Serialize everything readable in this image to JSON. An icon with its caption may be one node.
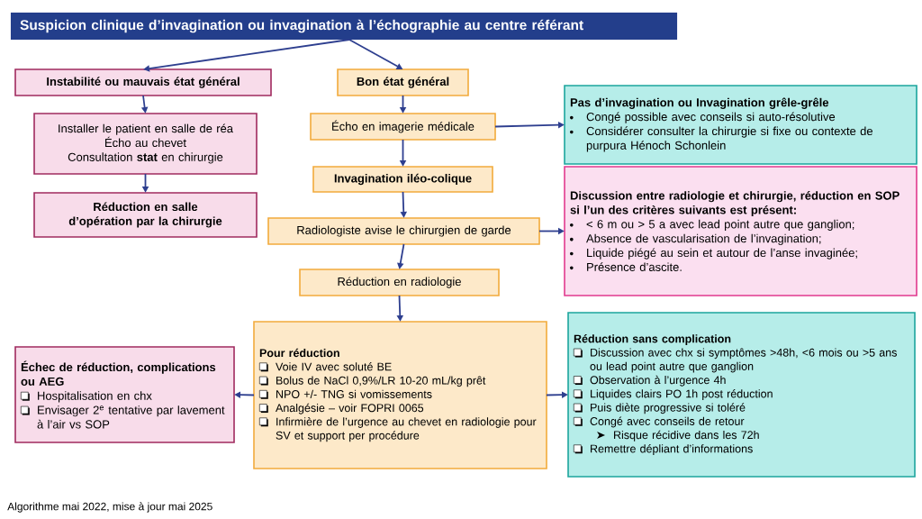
{
  "diagram": {
    "nodes": [
      {
        "text": [
          "Suspicion clinique d’invagination ou invagination à l’échographie au centre référant"
        ]
      },
      {
        "text": [
          "Instabilité ou mauvais état général"
        ]
      },
      {
        "text": [
          "Installer le patient en salle de réa",
          "Écho au chevet",
          "Consultation **stat** en chirurgie"
        ]
      },
      {
        "text": [
          "Réduction en salle d’opération par la chirurgie"
        ]
      },
      {
        "text": [
          "Bon état général"
        ]
      },
      {
        "text": [
          "Écho en imagerie médicale"
        ]
      },
      {
        "text": [
          "Pas d’invagination ou Invagination grêle-grêle",
          "Congé possible avec conseils si auto-résolutive",
          "Considérer consulter la chirurgie si fixe ou contexte de purpura Hénoch Schonlein"
        ]
      },
      {
        "text": [
          "Invagination iléo-colique"
        ]
      },
      {
        "text": [
          "Radiologiste avise le chirurgien de garde"
        ]
      },
      {
        "text": [
          "Discussion entre radiologie et chirurgie, réduction en SOP si l’un des critères suivants est présent:",
          "< 6 m ou > 5 a avec lead point autre que ganglion;",
          "Absence de vascularisation de l’invagination;",
          "Liquide piégé au sein et autour de l’anse invaginée;",
          "Présence d’ascite."
        ]
      },
      {
        "text": [
          "Réduction en radiologie"
        ]
      },
      {
        "text": [
          "Pour réduction",
          "Voie IV avec soluté BE",
          "Bolus de NaCl 0,9%/LR 10-20 mL/kg prêt",
          "NPO +/- TNG si vomissements",
          "Analgésie – voir FOPRI 0065",
          "Infirmière de l’urgence au chevet en radiologie pour SV et support per procédure"
        ]
      },
      {
        "text": [
          "Échec de réduction, complications ou AEG",
          "Hospitalisation en chx",
          "Envisager 2$^{e}$ tentative par lavement à l’air vs SOP"
        ]
      },
      {
        "text": [
          "Réduction sans complication",
          "Discussion avec chx si symptômes >48h, <6 mois ou >5 ans ou lead point autre que ganglion",
          "Observation à l’urgence 4h",
          "Liquides clairs PO 1h post réduction",
          "Puis diète progressive si toléré",
          "Congé avec conseils de retour",
          "Risque récidive dans les 72h",
          "Remettre dépliant d’informations"
        ]
      }
    ],
    "edges": [
      {
        "from": 0,
        "to": 1,
        "arrow": "to"
      },
      {
        "from": 0,
        "to": 4,
        "arrow": "to"
      },
      {
        "from": 1,
        "to": 2,
        "arrow": "to"
      },
      {
        "from": 2,
        "to": 3,
        "arrow": "to"
      },
      {
        "from": 4,
        "to": 5,
        "arrow": "to"
      },
      {
        "from": 5,
        "to": 6,
        "arrow": "to"
      },
      {
        "from": 5,
        "to": 7,
        "arrow": "to"
      },
      {
        "from": 7,
        "to": 8,
        "arrow": "to"
      },
      {
        "from": 8,
        "to": 9,
        "arrow": "to"
      },
      {
        "from": 8,
        "to": 10,
        "arrow": "to"
      },
      {
        "from": 10,
        "to": 11,
        "arrow": "to"
      },
      {
        "from": 11,
        "to": 12,
        "arrow": "to"
      },
      {
        "from": 11,
        "to": 13,
        "arrow": "to"
      }
    ],
    "labels": [
      "Algorithme mai 2022, mise à jour mai 2025"
    ]
  }
}
